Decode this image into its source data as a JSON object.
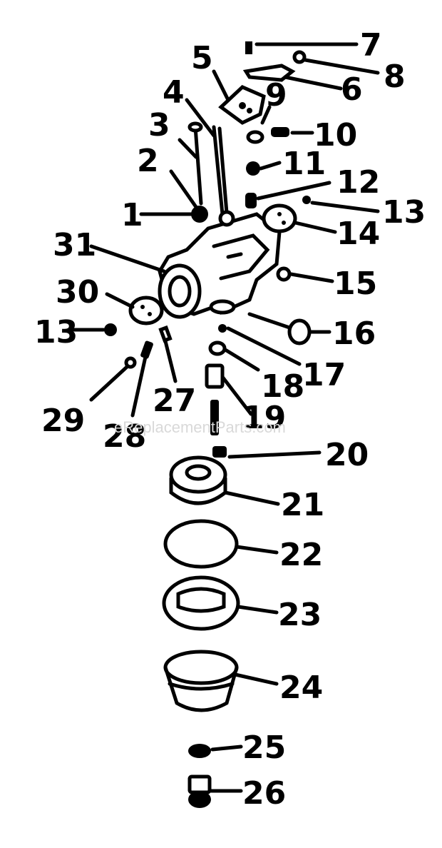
{
  "watermark": "eReplacementParts.com",
  "labels": [
    "1",
    "2",
    "3",
    "4",
    "5",
    "6",
    "7",
    "8",
    "9",
    "10",
    "11",
    "12",
    "13",
    "14",
    "15",
    "16",
    "17",
    "18",
    "19",
    "20",
    "21",
    "22",
    "23",
    "24",
    "25",
    "26",
    "27",
    "28",
    "29",
    "30",
    "31",
    "13"
  ]
}
